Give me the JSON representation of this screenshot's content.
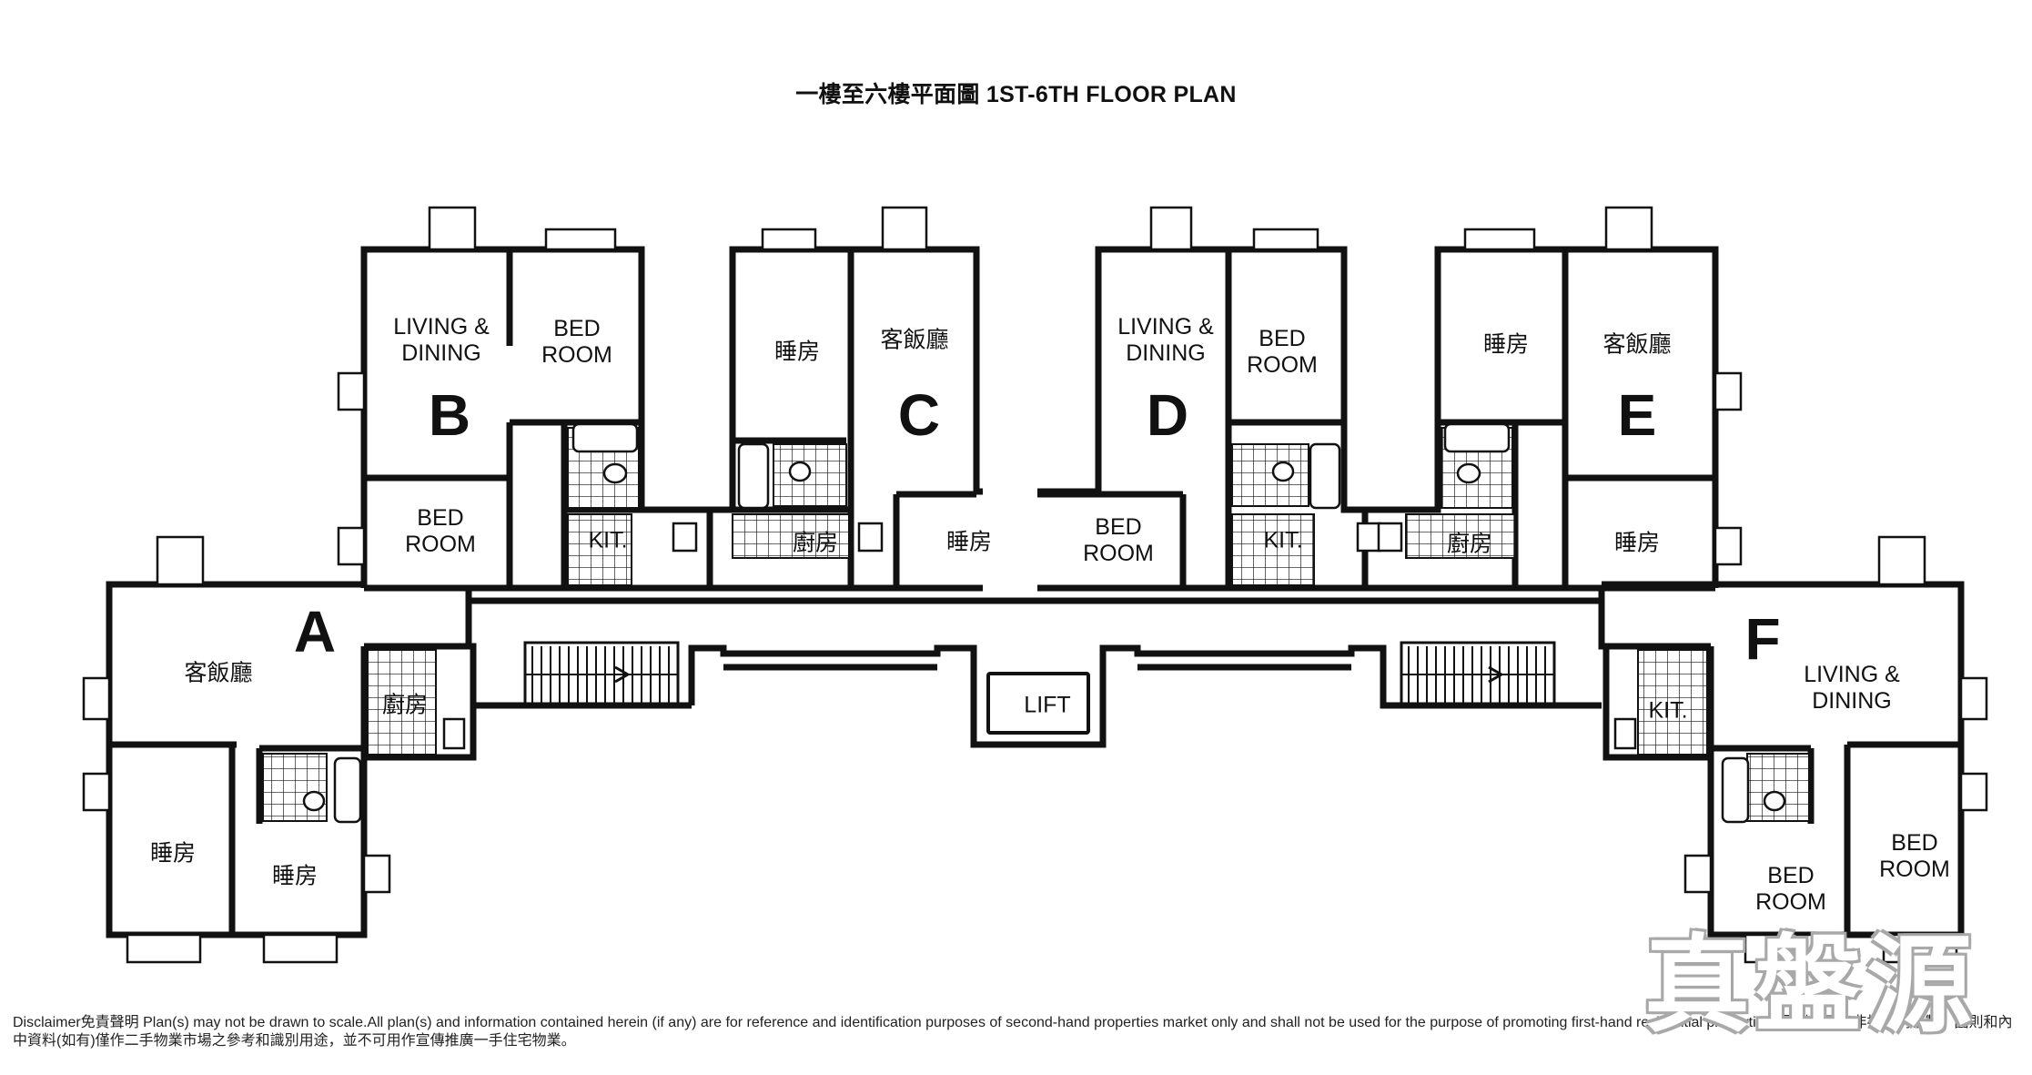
{
  "title": "一樓至六樓平面圖 1ST-6TH FLOOR PLAN",
  "units": {
    "A": {
      "letter": "A",
      "living": "客飯廳",
      "kitchen": "廚房",
      "bed1": "睡房",
      "bed2": "睡房"
    },
    "B": {
      "letter": "B",
      "living": "LIVING &\nDINING",
      "bed1": "BED\nROOM",
      "bed2": "BED\nROOM",
      "kitchen": "KIT."
    },
    "C": {
      "letter": "C",
      "bed1": "睡房",
      "living": "客飯廳",
      "kitchen": "廚房",
      "bed2": "睡房"
    },
    "D": {
      "letter": "D",
      "living": "LIVING &\nDINING",
      "bed1": "BED\nROOM",
      "bed2": "BED\nROOM",
      "kitchen": "KIT."
    },
    "E": {
      "letter": "E",
      "bed1": "睡房",
      "living": "客飯廳",
      "kitchen": "廚房",
      "bed2": "睡房"
    },
    "F": {
      "letter": "F",
      "living": "LIVING &\nDINING",
      "kitchen": "KIT.",
      "bed1": "BED\nROOM",
      "bed2": "BED\nROOM"
    }
  },
  "lift": "LIFT",
  "disclaimer": "Disclaimer免責聲明 Plan(s) may not be drawn to scale.All plan(s) and information contained herein (if any) are for reference and identification purposes of second-hand properties market only and shall not be used for the purpose of promoting first-hand residential properties. 圖則有可能非按比例繪製。圖則和內中資料(如有)僅作二手物業市場之參考和識別用途，並不可用作宣傳推廣一手住宅物業。",
  "watermark": "真盤源"
}
